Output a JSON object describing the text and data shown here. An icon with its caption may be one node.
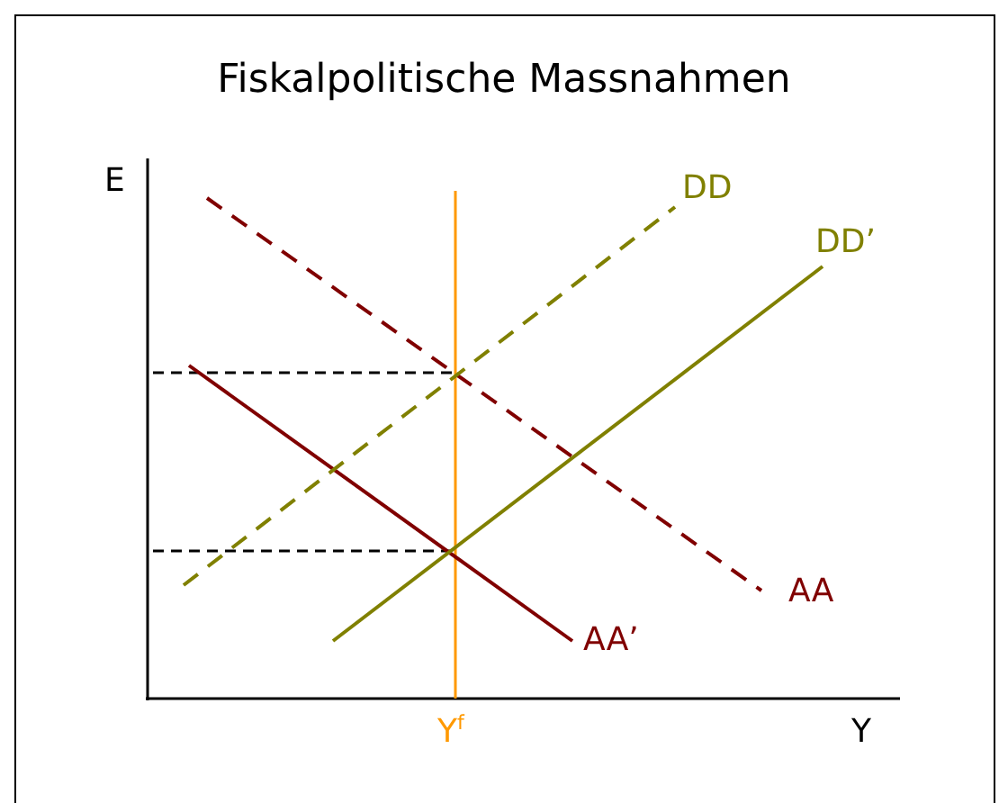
{
  "diagram": {
    "title": "Fiskalpolitische Massnahmen",
    "labels": [
      "E",
      "DD",
      "DD’",
      "AA",
      "AA’",
      "Y$^{f}$",
      "Y"
    ]
  }
}
